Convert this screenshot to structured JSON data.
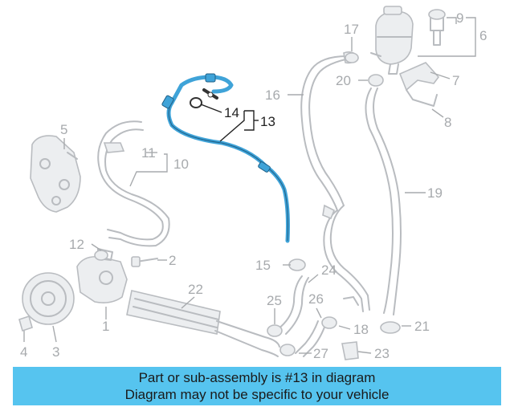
{
  "highlight_color": "#3fa3d8",
  "banner_color": "#56c4ef",
  "callouts": {
    "n1": "1",
    "n2": "2",
    "n3": "3",
    "n4": "4",
    "n5": "5",
    "n6": "6",
    "n7": "7",
    "n8": "8",
    "n9": "9",
    "n10": "10",
    "n11": "11",
    "n12": "12",
    "n13": "13",
    "n14": "14",
    "n15": "15",
    "n16": "16",
    "n17": "17",
    "n18": "18",
    "n19": "19",
    "n20": "20",
    "n21": "21",
    "n22": "22",
    "n23": "23",
    "n24": "24",
    "n25": "25",
    "n26": "26",
    "n27": "27"
  },
  "banner": {
    "line1": "Part or sub-assembly is #13 in diagram",
    "line2": "Diagram may not be specific to your vehicle"
  }
}
